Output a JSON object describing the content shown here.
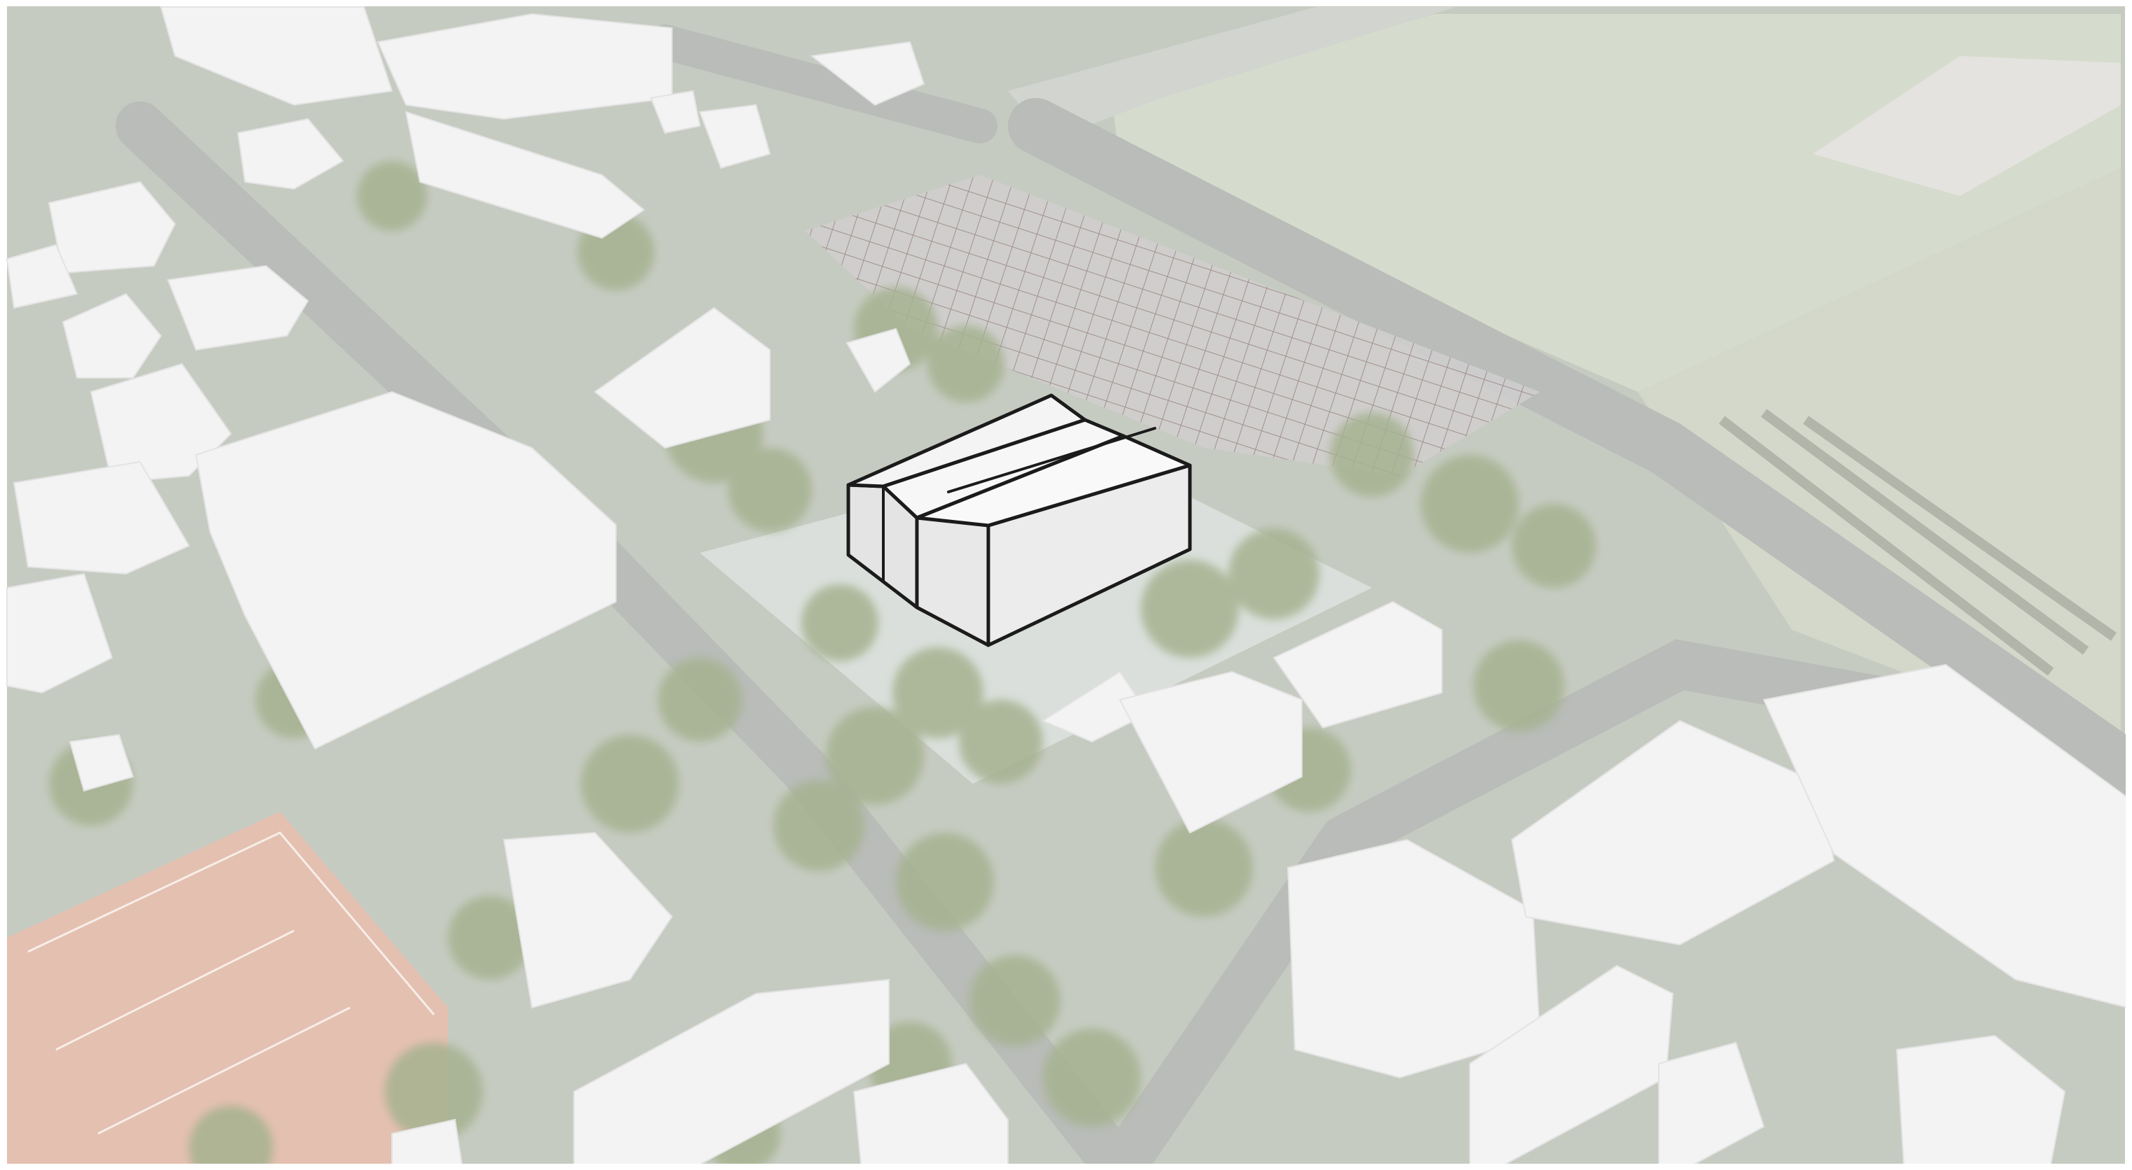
{
  "scene": {
    "description_visible_text": "",
    "colors": {
      "frame": "#ffffff",
      "ground": "#c9cdc4",
      "field": "#d7dccf",
      "pavement": "#cfcfcf",
      "road": "#bfc1bf",
      "court": "#e7c2b3",
      "tree_canopy": "#a9b594",
      "building": "#f2f2f2",
      "sketch_stroke": "#1b1b1b",
      "plaza": "#dfe2df",
      "parking_lines": "#8f7f7f"
    },
    "icons": [
      "aerial-photo",
      "massing-buildings",
      "sketched-hall"
    ]
  }
}
